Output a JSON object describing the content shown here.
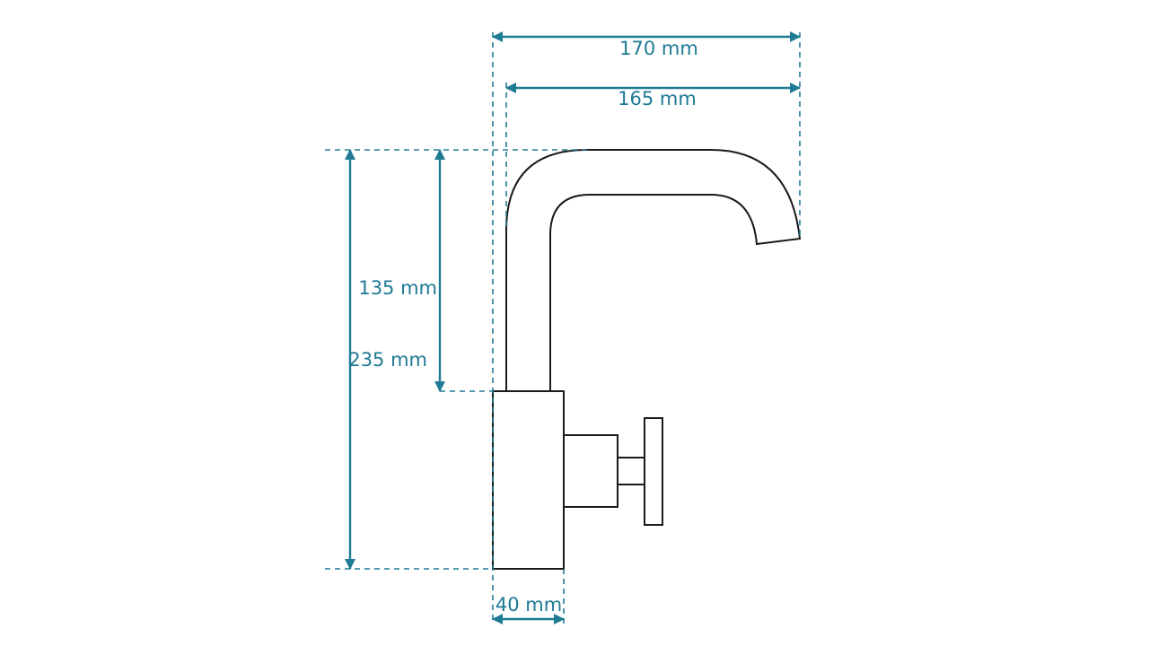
{
  "dimensions": {
    "width_total": "170 mm",
    "width_spout": "165 mm",
    "height_spout": "135 mm",
    "height_total": "235 mm",
    "body_width": "40 mm"
  },
  "colors": {
    "dimension": "#1f7a94",
    "outline": "#1a1a1a",
    "background": "#ffffff"
  }
}
